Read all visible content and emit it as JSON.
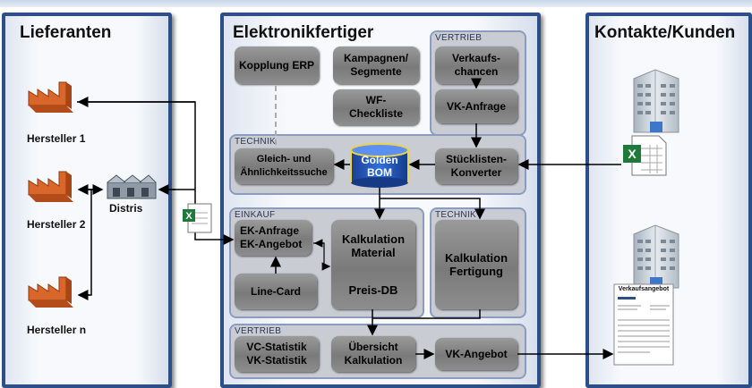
{
  "columns": {
    "suppliers": "Lieferanten",
    "manufacturer": "Elektronikfertiger",
    "contacts": "Kontakte/Kunden"
  },
  "suppliers": {
    "h1": "Hersteller 1",
    "h2": "Hersteller 2",
    "hn": "Hersteller n",
    "distris": "Distris"
  },
  "panels": {
    "vertrieb_top": "VERTRIEB",
    "technik_mid": "TECHNIK",
    "einkauf": "EINKAUF",
    "technik_right": "TECHNIK",
    "vertrieb_bottom": "VERTRIEB"
  },
  "boxes": {
    "kopplung": "Kopplung ERP",
    "kampagnen": "Kampagnen/ Segmente",
    "wf": "WF- Checkliste",
    "verkaufschancen": "Verkaufs- chancen",
    "vk_anfrage": "VK-Anfrage",
    "gleich": "Gleich- und Ähnlichkeitssuche",
    "golden_bom": "Golden BOM",
    "stueck": "Stücklisten- Konverter",
    "ek": "EK-Anfrage EK-Angebot",
    "linecard": "Line-Card",
    "kalk_material": "Kalkulation Material",
    "preis_db": "Preis-DB",
    "kalk_fertigung": "Kalkulation Fertigung",
    "vc_stat": "VC-Statistik VK-Statistik",
    "uebersicht": "Übersicht Kalkulation",
    "vk_angebot": "VK-Angebot"
  },
  "document": {
    "title": "Verkaufsangebot"
  },
  "colors": {
    "column_border": "#2c4f8a",
    "panel_bg": "#c9ccd3",
    "box_gray": "#8a8a8a",
    "factory_orange": "#d9662a",
    "excel_green": "#1f7a3a",
    "bom_blue": "#1a4fb0"
  }
}
